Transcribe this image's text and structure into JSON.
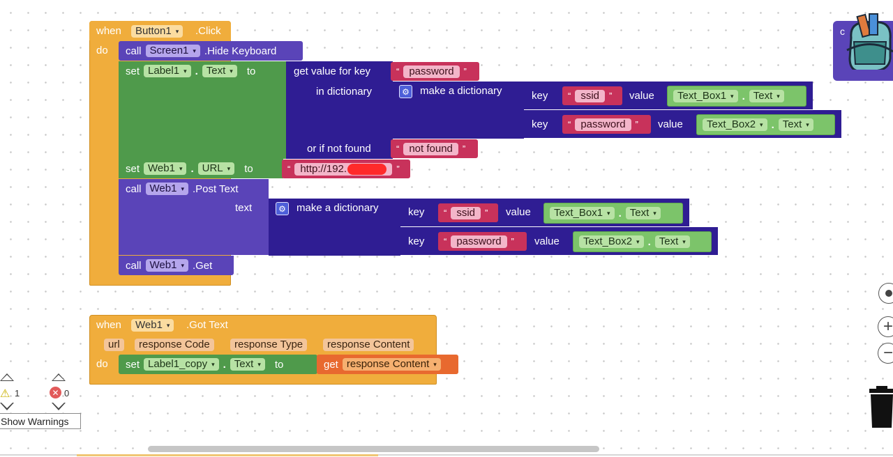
{
  "event1": {
    "when": "when",
    "component": "Button1",
    "event": ".Click",
    "do": "do"
  },
  "hide_keyboard": {
    "call": "call",
    "component": "Screen1",
    "method": ".Hide Keyboard"
  },
  "set_label": {
    "set": "set",
    "component": "Label1",
    "dot": ".",
    "property": "Text",
    "to": "to"
  },
  "get_value": {
    "label": "get value for key",
    "key": "password",
    "in_dictionary": "in dictionary",
    "make_dict": "make a dictionary",
    "or_if_not_found": "or if not found",
    "not_found": "not found"
  },
  "dict1_pairs": [
    {
      "key_label": "key",
      "key": "ssid",
      "value_label": "value",
      "component": "Text_Box1",
      "dot": ".",
      "property": "Text"
    },
    {
      "key_label": "key",
      "key": "password",
      "value_label": "value",
      "component": "Text_Box2",
      "dot": ".",
      "property": "Text"
    }
  ],
  "set_url": {
    "set": "set",
    "component": "Web1",
    "dot": ".",
    "property": "URL",
    "to": "to",
    "url": "http://192."
  },
  "post_text": {
    "call": "call",
    "component": "Web1",
    "method": ".Post Text",
    "text_label": "text",
    "make_dict": "make a dictionary"
  },
  "dict2_pairs": [
    {
      "key_label": "key",
      "key": "ssid",
      "value_label": "value",
      "component": "Text_Box1",
      "dot": ".",
      "property": "Text"
    },
    {
      "key_label": "key",
      "key": "password",
      "value_label": "value",
      "component": "Text_Box2",
      "dot": ".",
      "property": "Text"
    }
  ],
  "web_get": {
    "call": "call",
    "component": "Web1",
    "method": ".Get"
  },
  "event2": {
    "when": "when",
    "component": "Web1",
    "event": ".Got Text",
    "params": [
      "url",
      "response Code",
      "response Type",
      "response Content"
    ],
    "do": "do"
  },
  "set_label_copy": {
    "set": "set",
    "component": "Label1_copy",
    "dot": ".",
    "property": "Text",
    "to": "to",
    "get": "get",
    "variable": "response Content"
  },
  "warnings": {
    "warning_count": "1",
    "error_count": "0",
    "show_warnings_label": "Show Warnings"
  },
  "backpack": {
    "label": "c"
  },
  "icons": {
    "center": "crosshair-icon",
    "zoom_in": "plus-icon",
    "zoom_out": "minus-icon",
    "trash": "trash-icon",
    "warning": "warning-triangle-icon",
    "error": "error-x-icon",
    "gear": "gear-icon",
    "backpack": "backpack-icon"
  },
  "colors": {
    "event": "#f0ad3c",
    "call": "#5a44b8",
    "set": "#4f9a4b",
    "dictionary": "#2f1d93",
    "text": "#c8325b",
    "getter": "#e8692f"
  }
}
